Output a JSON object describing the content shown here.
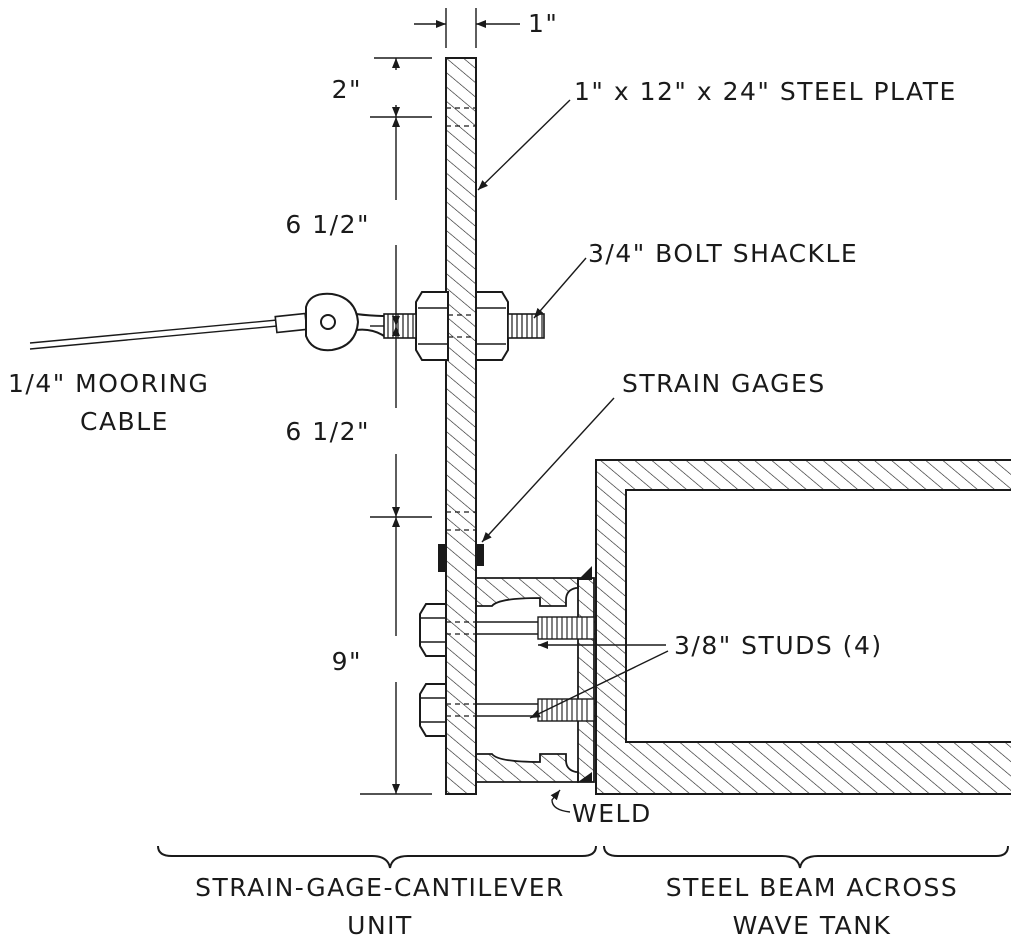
{
  "labels": {
    "plate_thickness": "1\"",
    "plate": "1\" x 12\" x 24\" STEEL PLATE",
    "top_offset": "2\"",
    "upper_span": "6 1/2\"",
    "lower_span": "6 1/2\"",
    "bottom_span": "9\"",
    "shackle": "3/4\" BOLT SHACKLE",
    "cable_line1": "1/4\" MOORING",
    "cable_line2": "CABLE",
    "gages": "STRAIN GAGES",
    "studs": "3/8\" STUDS (4)",
    "weld": "WELD",
    "unit_line1": "STRAIN-GAGE-CANTILEVER",
    "unit_line2": "UNIT",
    "beam_line1": "STEEL BEAM ACROSS",
    "beam_line2": "WAVE TANK"
  }
}
